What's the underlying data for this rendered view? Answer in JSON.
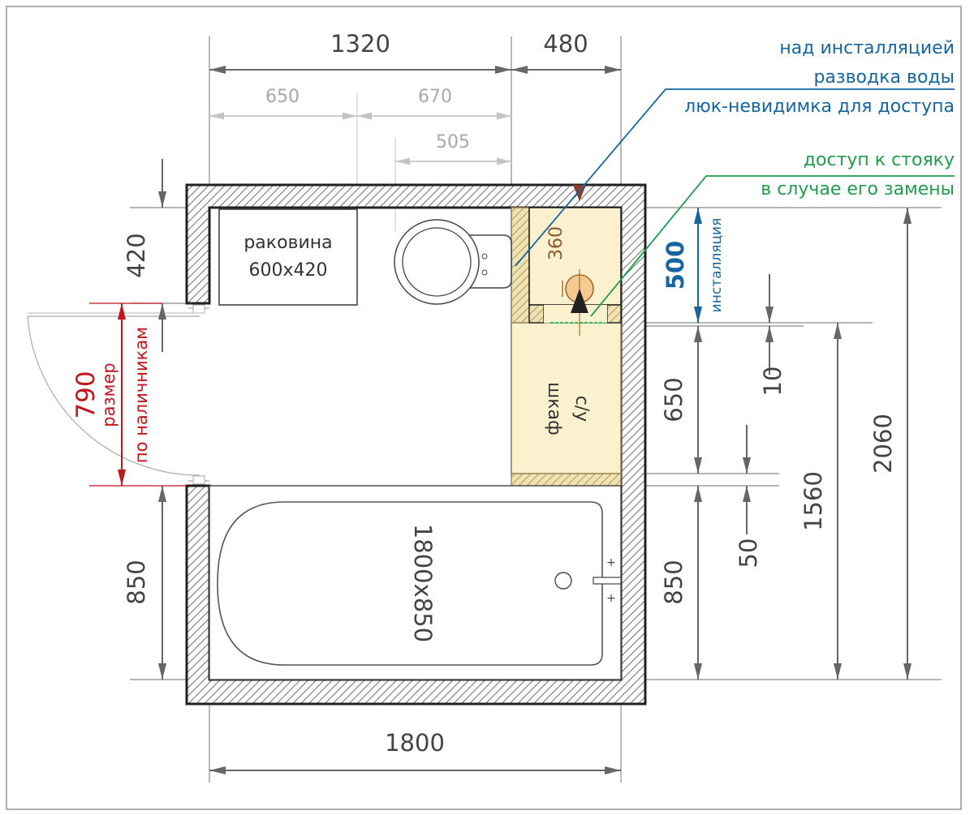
{
  "dimensions": {
    "top_1320": "1320",
    "top_480": "480",
    "gray_650": "650",
    "gray_670": "670",
    "gray_505": "505",
    "bottom_1800": "1800",
    "left_420": "420",
    "left_850": "850",
    "door_790": "790",
    "door_size_line1": "размер",
    "door_size_line2": "по наличникам",
    "install_500": "500",
    "install_word": "инсталляция",
    "right_650": "650",
    "right_850": "850",
    "right_10": "10",
    "right_50": "50",
    "right_1560": "1560",
    "right_2060": "2060",
    "box_360": "360"
  },
  "labels": {
    "sink_line1": "раковина",
    "sink_line2": "600x420",
    "cabinet_line1": "шкаф",
    "cabinet_line2": "с/у",
    "bathtub": "1800x850"
  },
  "notes": {
    "blue_line1": "над инсталляцией",
    "blue_line2": "разводка воды",
    "blue_line3": "люк-невидимка для доступа",
    "green_line1": "доступ к стояку",
    "green_line2": "в случае его замены"
  },
  "colors": {
    "blue": "#1566a0",
    "green": "#1f9d4c",
    "red": "#c0161c",
    "cabinet_fill": "#fbf1cf",
    "wall_hatch": "#777777"
  }
}
